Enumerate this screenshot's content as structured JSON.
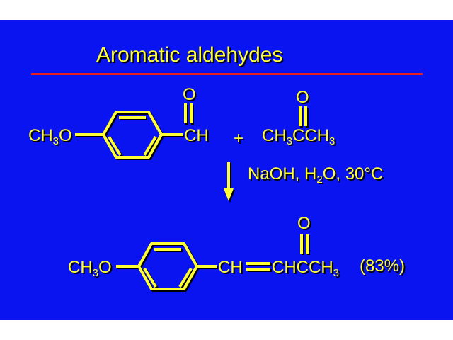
{
  "slide": {
    "title": "Aromatic aldehydes",
    "colors": {
      "background": "#0a14f0",
      "text": "#ffff33",
      "rule": "#e8201c",
      "shadow": "#000000"
    }
  },
  "reactant1": {
    "substituent": {
      "a": "CH",
      "sub": "3",
      "b": "O"
    },
    "group": "CH",
    "oxygen": "O"
  },
  "plus": "+",
  "reactant2": {
    "p1": "CH",
    "s1": "3",
    "p2": "CCH",
    "s2": "3",
    "oxygen": "O"
  },
  "conditions": {
    "p1": "NaOH, H",
    "s1": "2",
    "p2": "O, 30°C"
  },
  "product": {
    "substituent": {
      "a": "CH",
      "sub": "3",
      "b": "O"
    },
    "ch": "CH",
    "chain": {
      "p1": "CHCCH",
      "s1": "3"
    },
    "oxygen": "O",
    "yield": "(83%)"
  }
}
